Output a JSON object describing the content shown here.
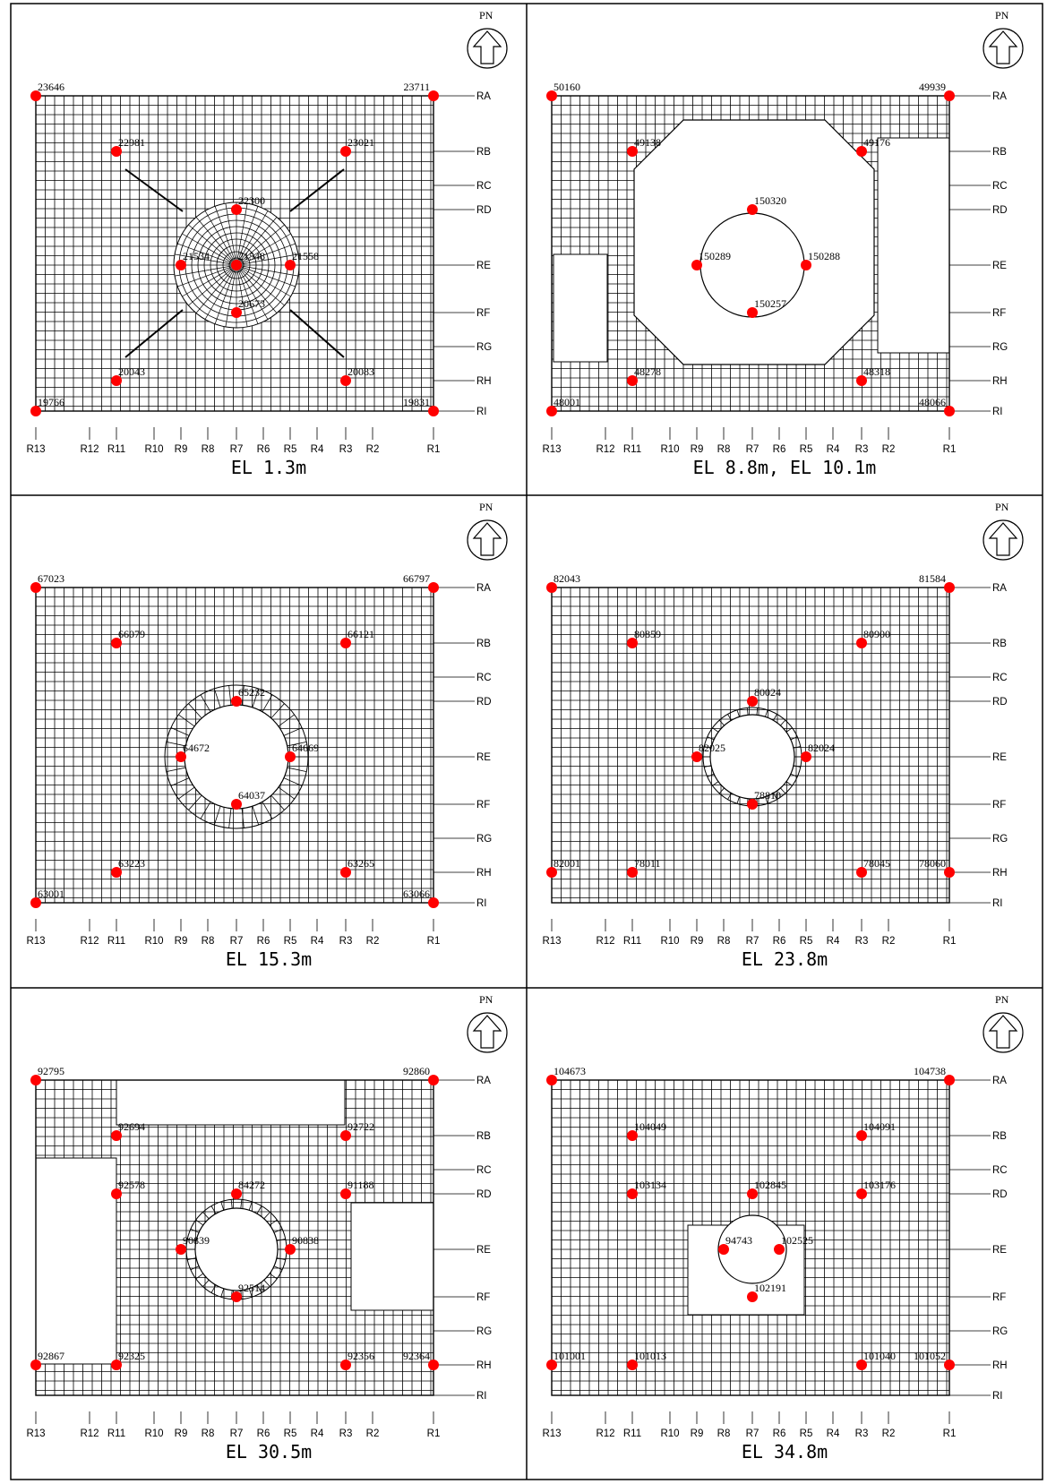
{
  "north_label": "PN",
  "colors": {
    "node": "#ff0000",
    "line": "#000000"
  },
  "row_labels": [
    "RA",
    "RB",
    "RC",
    "RD",
    "RE",
    "RF",
    "RG",
    "RH",
    "RI"
  ],
  "col_labels": [
    "R13",
    "R12",
    "R11",
    "R10",
    "R9",
    "R8",
    "R7",
    "R6",
    "R5",
    "R4",
    "R3",
    "R2",
    "R1"
  ],
  "panels": [
    {
      "caption": "EL 1.3m",
      "plan": "mesh-radial",
      "nodes": [
        {
          "id": "23646",
          "row": "RA",
          "col": "R13"
        },
        {
          "id": "23711",
          "row": "RA",
          "col": "R1"
        },
        {
          "id": "22981",
          "row": "RB",
          "col": "R11"
        },
        {
          "id": "23021",
          "row": "RB",
          "col": "R3"
        },
        {
          "id": "22300",
          "row": "RD",
          "col": "R7"
        },
        {
          "id": "21534",
          "row": "RE",
          "col": "R9"
        },
        {
          "id": "21548",
          "row": "RE",
          "col": "R7"
        },
        {
          "id": "21558",
          "row": "RE",
          "col": "R5"
        },
        {
          "id": "20673",
          "row": "RF",
          "col": "R7"
        },
        {
          "id": "20043",
          "row": "RH",
          "col": "R11"
        },
        {
          "id": "20083",
          "row": "RH",
          "col": "R3"
        },
        {
          "id": "19766",
          "row": "RI",
          "col": "R13"
        },
        {
          "id": "19831",
          "row": "RI",
          "col": "R1"
        }
      ]
    },
    {
      "caption": "EL 8.8m, EL 10.1m",
      "plan": "octagon",
      "nodes": [
        {
          "id": "50160",
          "row": "RA",
          "col": "R13"
        },
        {
          "id": "49939",
          "row": "RA",
          "col": "R1"
        },
        {
          "id": "49138",
          "row": "RB",
          "col": "R11"
        },
        {
          "id": "49176",
          "row": "RB",
          "col": "R3"
        },
        {
          "id": "150320",
          "row": "RD",
          "col": "R7"
        },
        {
          "id": "150289",
          "row": "RE",
          "col": "R9"
        },
        {
          "id": "150288",
          "row": "RE",
          "col": "R5"
        },
        {
          "id": "150257",
          "row": "RF",
          "col": "R7"
        },
        {
          "id": "48278",
          "row": "RH",
          "col": "R11"
        },
        {
          "id": "48318",
          "row": "RH",
          "col": "R3"
        },
        {
          "id": "48001",
          "row": "RI",
          "col": "R13"
        },
        {
          "id": "48066",
          "row": "RI",
          "col": "R1"
        }
      ]
    },
    {
      "caption": "EL 15.3m",
      "plan": "ring-large",
      "nodes": [
        {
          "id": "67023",
          "row": "RA",
          "col": "R13"
        },
        {
          "id": "66797",
          "row": "RA",
          "col": "R1"
        },
        {
          "id": "66079",
          "row": "RB",
          "col": "R11"
        },
        {
          "id": "66121",
          "row": "RB",
          "col": "R3"
        },
        {
          "id": "65232",
          "row": "RD",
          "col": "R7"
        },
        {
          "id": "64672",
          "row": "RE",
          "col": "R9"
        },
        {
          "id": "64669",
          "row": "RE",
          "col": "R5"
        },
        {
          "id": "64037",
          "row": "RF",
          "col": "R7"
        },
        {
          "id": "63223",
          "row": "RH",
          "col": "R11"
        },
        {
          "id": "63265",
          "row": "RH",
          "col": "R3"
        },
        {
          "id": "63001",
          "row": "RI",
          "col": "R13"
        },
        {
          "id": "63066",
          "row": "RI",
          "col": "R1"
        }
      ]
    },
    {
      "caption": "EL 23.8m",
      "plan": "ring-medium",
      "nodes": [
        {
          "id": "82043",
          "row": "RA",
          "col": "R13"
        },
        {
          "id": "81584",
          "row": "RA",
          "col": "R1"
        },
        {
          "id": "80859",
          "row": "RB",
          "col": "R11"
        },
        {
          "id": "80900",
          "row": "RB",
          "col": "R3"
        },
        {
          "id": "80024",
          "row": "RD",
          "col": "R7"
        },
        {
          "id": "82025",
          "row": "RE",
          "col": "R9"
        },
        {
          "id": "82024",
          "row": "RE",
          "col": "R5"
        },
        {
          "id": "78810",
          "row": "RF",
          "col": "R7"
        },
        {
          "id": "82001",
          "row": "RH",
          "col": "R13"
        },
        {
          "id": "78011",
          "row": "RH",
          "col": "R11"
        },
        {
          "id": "78045",
          "row": "RH",
          "col": "R3"
        },
        {
          "id": "78060",
          "row": "RH",
          "col": "R1"
        }
      ]
    },
    {
      "caption": "EL 30.5m",
      "plan": "ring-small",
      "nodes": [
        {
          "id": "92795",
          "row": "RA",
          "col": "R13"
        },
        {
          "id": "92860",
          "row": "RA",
          "col": "R1"
        },
        {
          "id": "92694",
          "row": "RB",
          "col": "R11"
        },
        {
          "id": "92722",
          "row": "RB",
          "col": "R3"
        },
        {
          "id": "92578",
          "row": "RD",
          "col": "R11"
        },
        {
          "id": "91188",
          "row": "RD",
          "col": "R3"
        },
        {
          "id": "84272",
          "row": "RD",
          "col": "R7"
        },
        {
          "id": "90839",
          "row": "RE",
          "col": "R9"
        },
        {
          "id": "90838",
          "row": "RE",
          "col": "R5"
        },
        {
          "id": "92514",
          "row": "RF",
          "col": "R7"
        },
        {
          "id": "92867",
          "row": "RH",
          "col": "R13"
        },
        {
          "id": "92325",
          "row": "RH",
          "col": "R11"
        },
        {
          "id": "92356",
          "row": "RH",
          "col": "R3"
        },
        {
          "id": "92364",
          "row": "RH",
          "col": "R1"
        }
      ]
    },
    {
      "caption": "EL 34.8m",
      "plan": "ring-tiny",
      "nodes": [
        {
          "id": "104673",
          "row": "RA",
          "col": "R13"
        },
        {
          "id": "104738",
          "row": "RA",
          "col": "R1"
        },
        {
          "id": "104049",
          "row": "RB",
          "col": "R11"
        },
        {
          "id": "104091",
          "row": "RB",
          "col": "R3"
        },
        {
          "id": "103134",
          "row": "RD",
          "col": "R11"
        },
        {
          "id": "103176",
          "row": "RD",
          "col": "R3"
        },
        {
          "id": "102845",
          "row": "RD",
          "col": "R7"
        },
        {
          "id": "94743",
          "row": "RE",
          "col": "R8"
        },
        {
          "id": "102525",
          "row": "RE",
          "col": "R6"
        },
        {
          "id": "102191",
          "row": "RF",
          "col": "R7"
        },
        {
          "id": "101001",
          "row": "RH",
          "col": "R13"
        },
        {
          "id": "101013",
          "row": "RH",
          "col": "R11"
        },
        {
          "id": "101040",
          "row": "RH",
          "col": "R3"
        },
        {
          "id": "101052",
          "row": "RH",
          "col": "R1"
        }
      ]
    }
  ]
}
